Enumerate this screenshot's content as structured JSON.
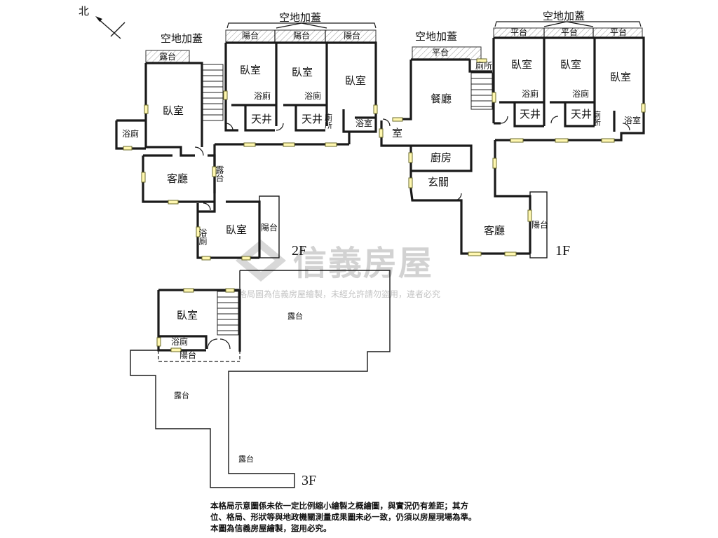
{
  "compass": {
    "label": "北"
  },
  "floor_labels": {
    "f1": "1F",
    "f2": "2F",
    "f3": "3F"
  },
  "watermark": {
    "brand": "信義房屋",
    "notice": "格局圖為信義房屋繪製，未經允許請勿盜用，違者必究"
  },
  "floor2": {
    "annex_left": "空地加蓋",
    "annex_right": "空地加蓋",
    "terrace": "露台",
    "balconies": [
      "陽台",
      "陽台",
      "陽台"
    ],
    "bedrooms": [
      "臥室",
      "臥室",
      "臥室",
      "臥室",
      "臥室"
    ],
    "bathrooms": [
      "浴廁",
      "浴廁",
      "浴廁",
      "浴廁"
    ],
    "skylights": [
      "天井",
      "天井"
    ],
    "toilet": "廁所",
    "shower": "浴室",
    "living": "客廳",
    "terrace_side": "露台",
    "balcony_side": "陽台"
  },
  "floor1": {
    "annex_left": "空地加蓋",
    "annex_right": "空地加蓋",
    "platforms": [
      "平台",
      "平台",
      "平台",
      "平台"
    ],
    "toilet_top": "廁所",
    "dining": "餐廳",
    "bedrooms": [
      "臥室",
      "臥室",
      "臥室"
    ],
    "bathrooms": [
      "浴廁",
      "浴廁"
    ],
    "skylights": [
      "天井",
      "天井"
    ],
    "toilet": "廁所",
    "shower": "浴室",
    "room": "室",
    "kitchen": "廚房",
    "foyer": "玄關",
    "living": "客廳",
    "balcony": "陽台"
  },
  "floor3": {
    "bedroom": "臥室",
    "bathroom": "浴廁",
    "balcony": "陽台",
    "terraces": [
      "露台",
      "露台",
      "露台"
    ]
  },
  "disclaimer": {
    "line1": "本格局示意圖係未依一定比例縮小繪製之概繪圖，與實況仍有差距；其方",
    "line2": "位、格局、形狀等與地政機關測量成果圖未必一致，仍須以房屋現場為準。",
    "line3": "本圖為信義房屋繪製，盜用必究。"
  }
}
